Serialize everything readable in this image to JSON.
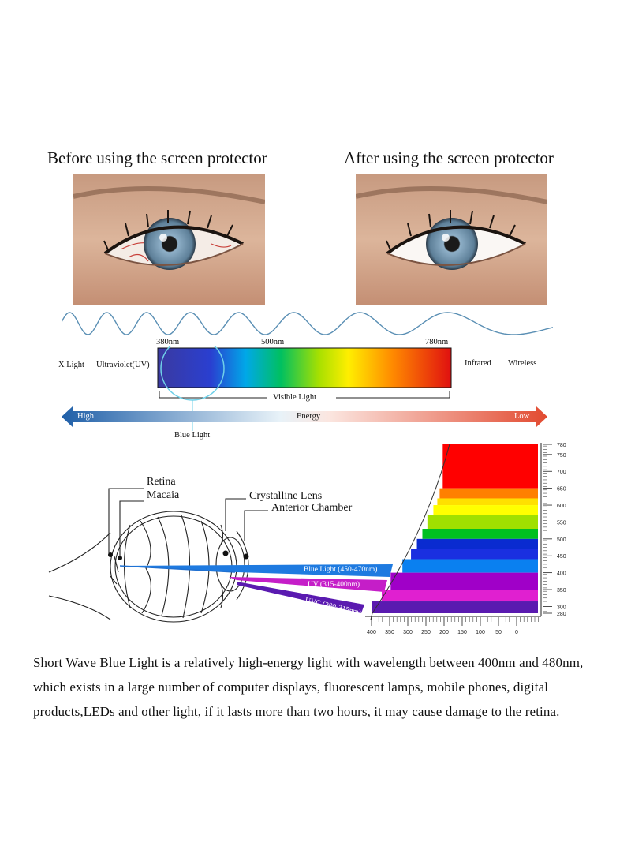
{
  "comparison": {
    "before_label": "Before using the screen protector",
    "after_label": "After using the screen protector"
  },
  "spectrum": {
    "wl_380": "380nm",
    "wl_500": "500nm",
    "wl_780": "780nm",
    "x_light": "X Light",
    "uv": "Ultraviolet(UV)",
    "infrared": "Infrared",
    "wireless": "Wireless",
    "visible_light": "Visible Light",
    "energy_high": "High",
    "energy": "Energy",
    "energy_low": "Low",
    "blue_light": "Blue Light"
  },
  "eye_diagram": {
    "retina": "Retina",
    "macaia": "Macaia",
    "crystalline_lens": "Crystalline Lens",
    "anterior_chamber": "Anterior Chamber",
    "beam_blue": "Blue Light (450-470nm)",
    "beam_uv": "UV (315-400nm)",
    "beam_uvc": "UVC (280-315nm)"
  },
  "chart_data": {
    "type": "bar",
    "y_ticks": [
      "780",
      "750",
      "700",
      "650",
      "600",
      "550",
      "500",
      "450",
      "400",
      "350",
      "300",
      "280"
    ],
    "x_ticks": [
      "400",
      "350",
      "300",
      "250",
      "200",
      "150",
      "100",
      "50",
      "0"
    ],
    "bands": [
      {
        "from": 650,
        "to": 780,
        "color": "#ff0000"
      },
      {
        "from": 620,
        "to": 650,
        "color": "#ff8000"
      },
      {
        "from": 600,
        "to": 620,
        "color": "#ffe000"
      },
      {
        "from": 570,
        "to": 600,
        "color": "#ffff00"
      },
      {
        "from": 530,
        "to": 570,
        "color": "#a0e000"
      },
      {
        "from": 500,
        "to": 530,
        "color": "#00c020"
      },
      {
        "from": 470,
        "to": 500,
        "color": "#0a2bd0"
      },
      {
        "from": 440,
        "to": 470,
        "color": "#1a2fe0"
      },
      {
        "from": 400,
        "to": 440,
        "color": "#0a80f0"
      },
      {
        "from": 350,
        "to": 400,
        "color": "#a000c8"
      },
      {
        "from": 315,
        "to": 350,
        "color": "#e020d0"
      },
      {
        "from": 280,
        "to": 315,
        "color": "#5a1ab0"
      }
    ]
  },
  "description": "Short Wave Blue Light is a relatively high-energy light with wavelength between 400nm and 480nm, which exists in a large number of computer displays, fluorescent lamps, mobile phones, digital products,LEDs and other light, if it lasts more than two hours, it may cause damage to the retina.",
  "colors": {
    "iris": "#6b8ea8",
    "skin": "#d9b49b",
    "wave": "#5a8fb4"
  }
}
